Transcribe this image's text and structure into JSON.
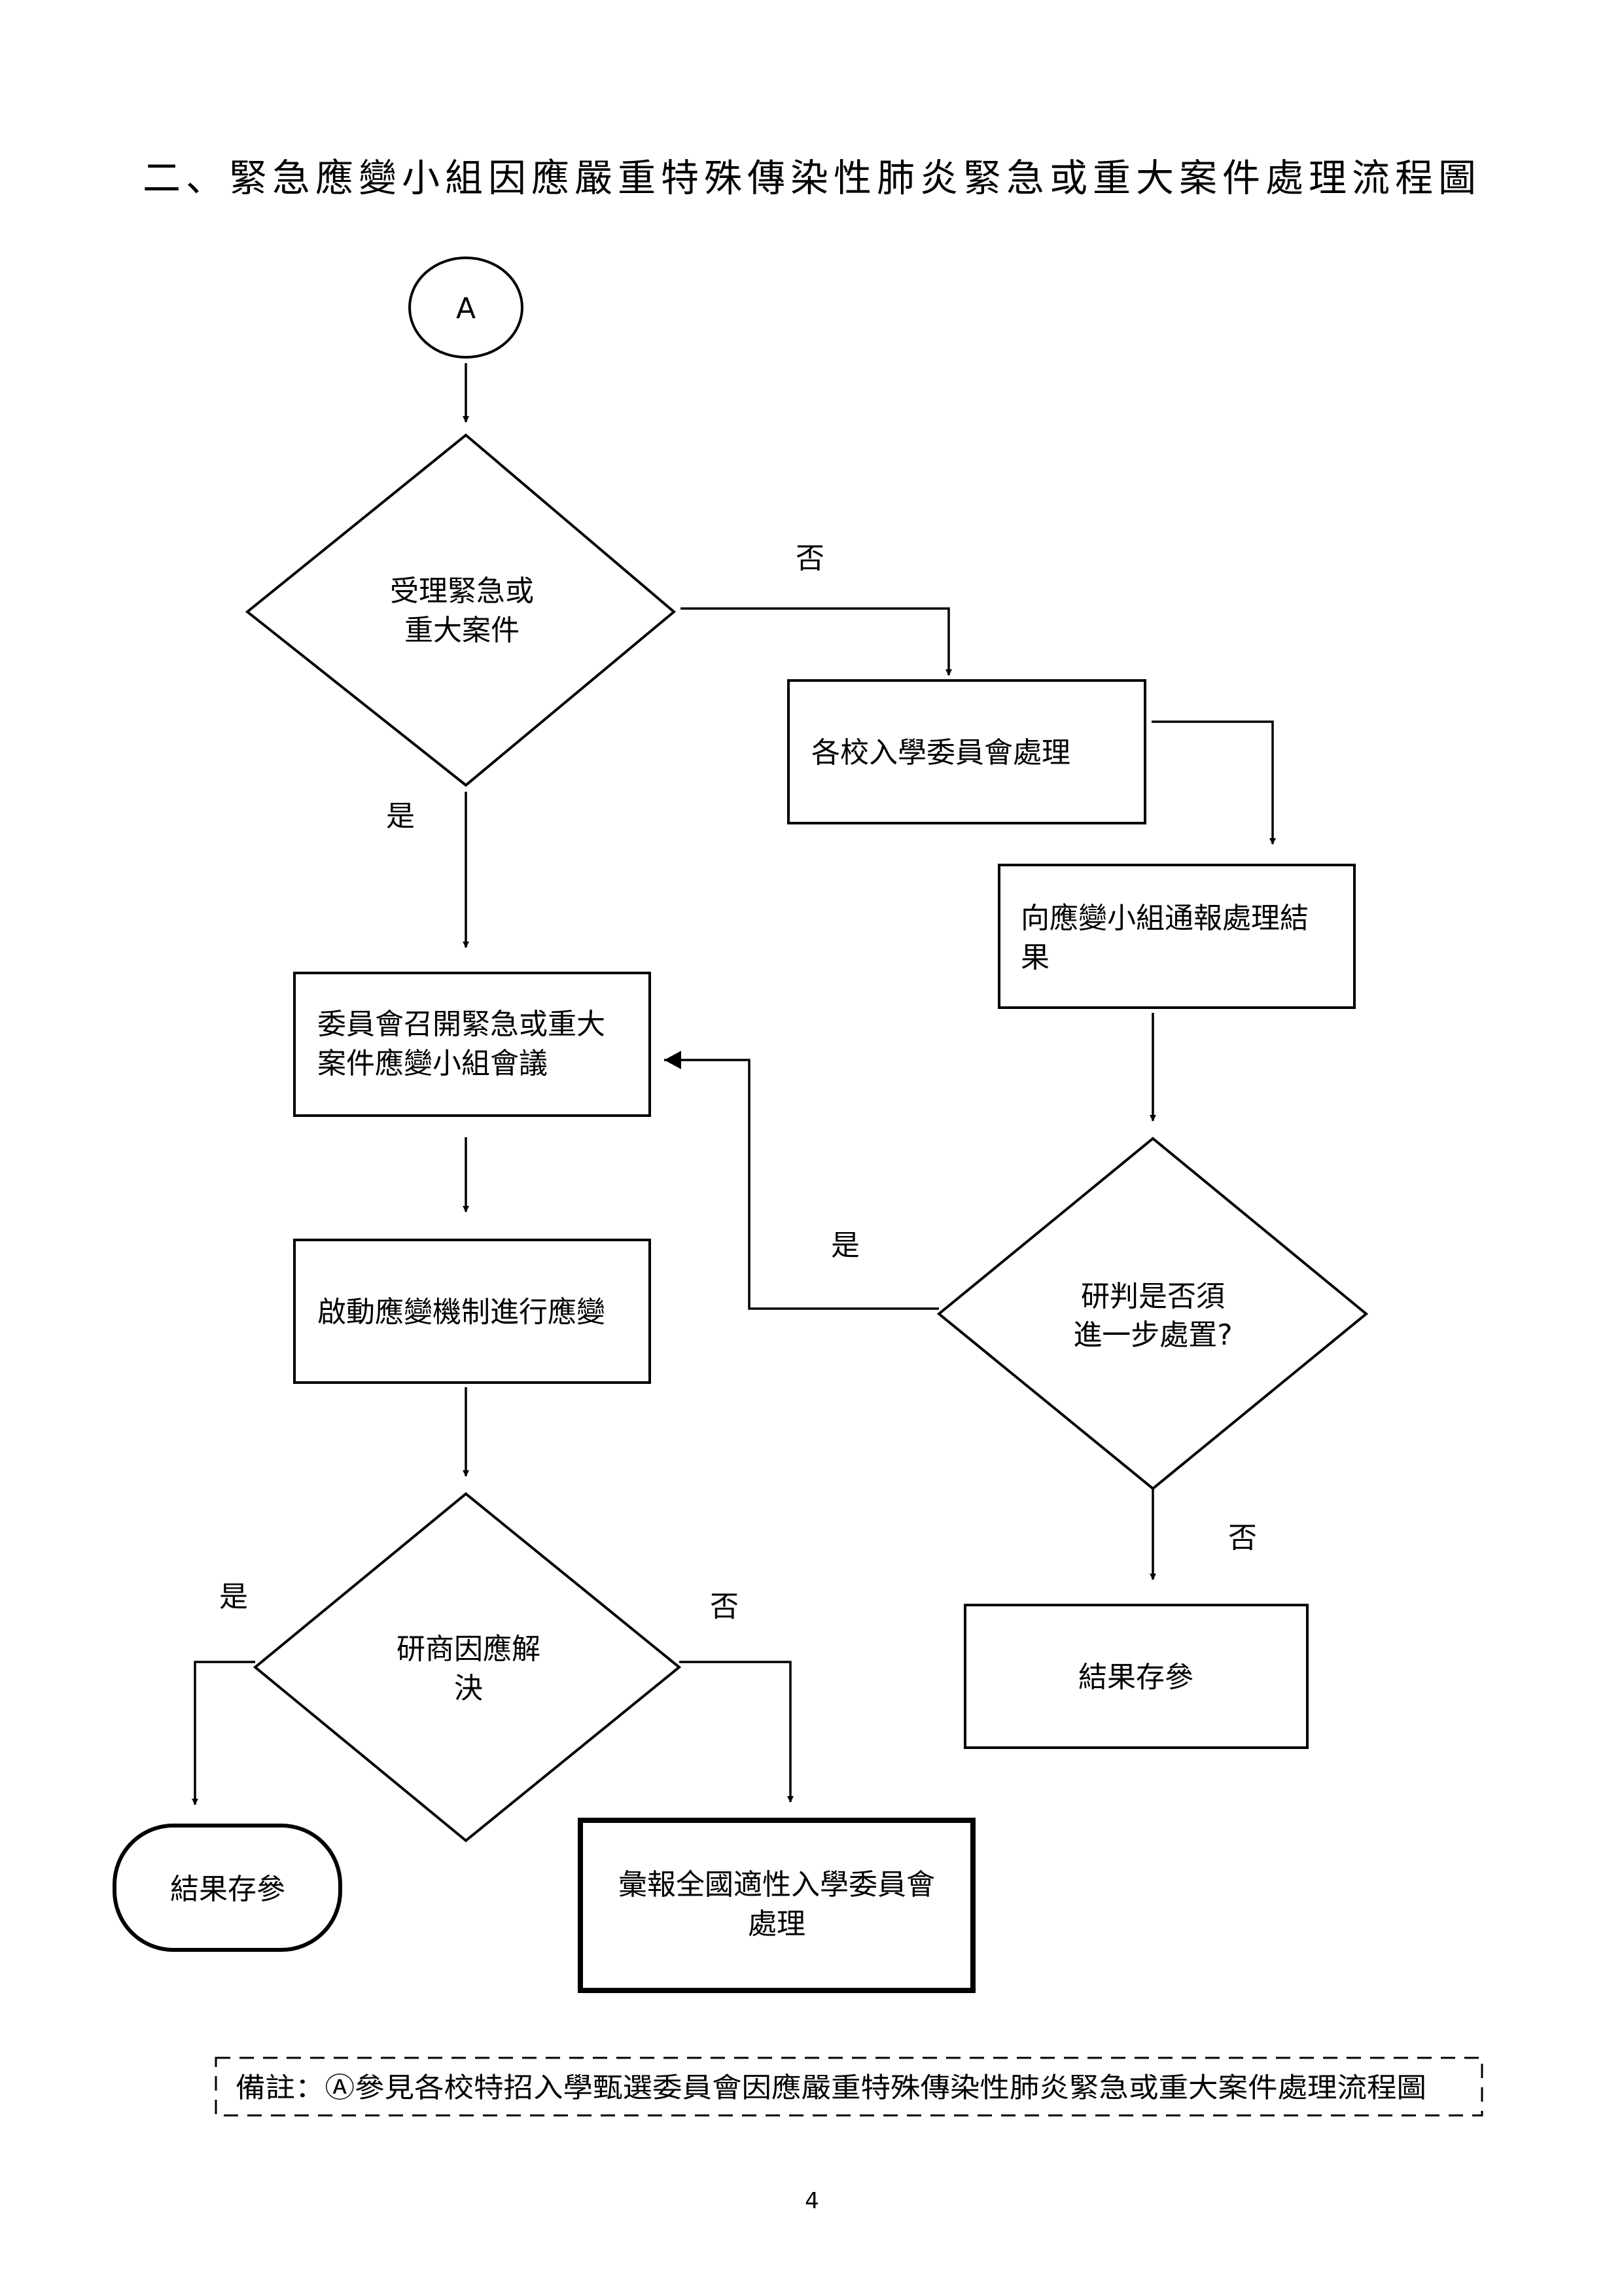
{
  "title": "二、緊急應變小組因應嚴重特殊傳染性肺炎緊急或重大案件處理流程圖",
  "nodes": {
    "start_connector": "A",
    "decision_accept": [
      "受理緊急或",
      "重大案件"
    ],
    "school_committee": [
      "各校入學委員會處理"
    ],
    "report_result": [
      "向應變小組通報處理結",
      "果"
    ],
    "committee_meeting": [
      "委員會召開緊急或重大",
      "案件應變小組會議"
    ],
    "activate_mechanism": [
      "啟動應變機制進行應變"
    ],
    "decision_further": [
      "研判是否須",
      "進一步處置?"
    ],
    "decision_resolve": [
      "研商因應解",
      "決"
    ],
    "archive_right": [
      "結果存參"
    ],
    "archive_left": [
      "結果存參"
    ],
    "national_report": [
      "彙報全國適性入學委員會",
      "處理"
    ]
  },
  "edge_labels": {
    "accept_no": "否",
    "accept_yes": "是",
    "further_yes": "是",
    "further_no": "否",
    "resolve_yes": "是",
    "resolve_no": "否"
  },
  "note": "備註：Ⓐ參見各校特招入學甄選委員會因應嚴重特殊傳染性肺炎緊急或重大案件處理流程圖",
  "page_number": "4"
}
